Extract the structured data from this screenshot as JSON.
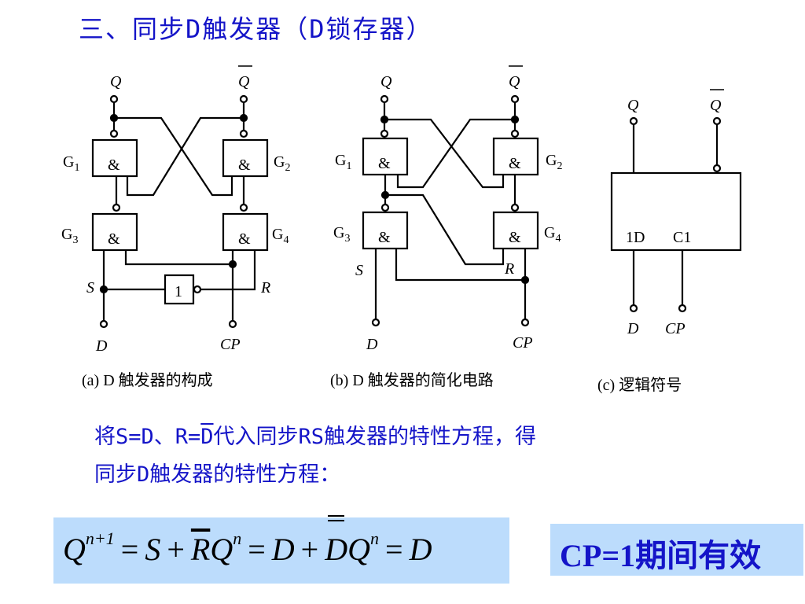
{
  "title": "三、同步D触发器（D锁存器）",
  "diagram": {
    "gate_symbol": "&",
    "inverter_symbol": "1",
    "labels": {
      "Q": "Q",
      "Qbar": "Q",
      "G": "G",
      "s1": "1",
      "s2": "2",
      "s3": "3",
      "s4": "4",
      "S": "S",
      "R": "R",
      "D": "D",
      "CP": "CP",
      "oneD": "1D",
      "C1": "C1"
    },
    "captions": {
      "a": "(a)   D 触发器的构成",
      "b": "(b)   D 触发器的简化电路",
      "c": "(c)   逻辑符号"
    }
  },
  "text": {
    "line1_pre": "将S=D、R=",
    "line1_dbar": "D",
    "line1_post": "代入同步RS触发器的特性方程，得",
    "line2": "同步D触发器的特性方程："
  },
  "equation": {
    "Q": "Q",
    "n1": "n+1",
    "eq": "=",
    "S": "S",
    "plus": "+",
    "R": "R",
    "Q2": "Q",
    "n": "n",
    "D": "D",
    "Dbar": "D",
    "Q3": "Q",
    "D2": "D"
  },
  "note": "CP=1期间有效",
  "colors": {
    "title": "#1414c8",
    "highlight": "#bcdcfc"
  }
}
